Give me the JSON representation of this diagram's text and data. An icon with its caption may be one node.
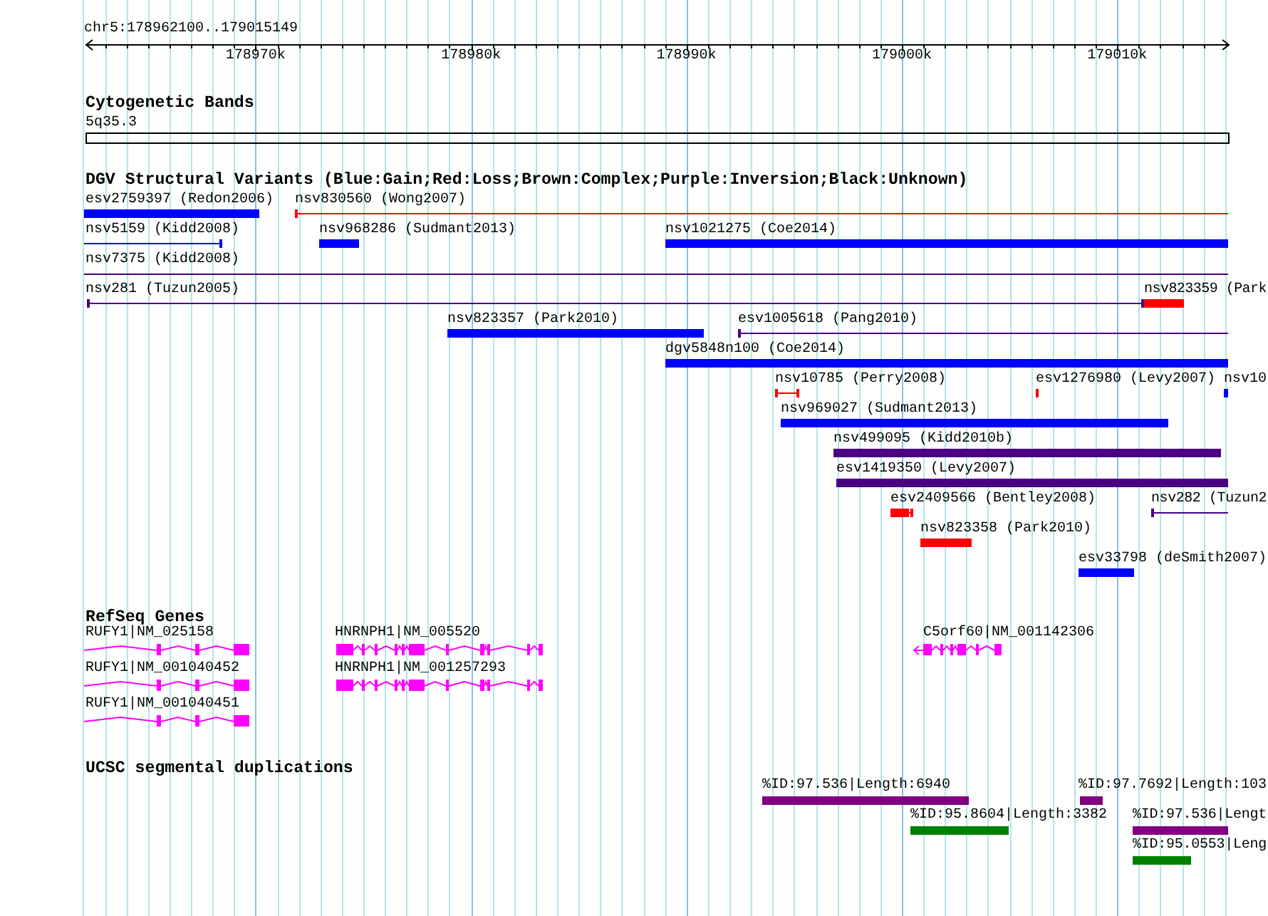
{
  "diagram": {
    "title": "chr5:178962100..179015149",
    "nodes": [
      {
        "text": [
          "5q35.3"
        ]
      },
      {
        "text": [
          "esv2759397 (Redon2006)"
        ]
      },
      {
        "text": [
          "nsv830560 (Wong2007)"
        ]
      },
      {
        "text": [
          "nsv5159 (Kidd2008)"
        ]
      },
      {
        "text": [
          "nsv968286 (Sudmant2013)"
        ]
      },
      {
        "text": [
          "nsv1021275 (Coe2014)"
        ]
      },
      {
        "text": [
          "nsv7375 (Kidd2008)"
        ]
      },
      {
        "text": [
          "nsv281 (Tuzun2005)"
        ]
      },
      {
        "text": [
          "nsv823359 (Park"
        ]
      },
      {
        "text": [
          "nsv823357 (Park2010)"
        ]
      },
      {
        "text": [
          "esv1005618 (Pang2010)"
        ]
      },
      {
        "text": [
          "dgv5848n100 (Coe2014)"
        ]
      },
      {
        "text": [
          "nsv10785 (Perry2008)"
        ]
      },
      {
        "text": [
          "esv1276980 (Levy2007)"
        ]
      },
      {
        "text": [
          "nsv10"
        ]
      },
      {
        "text": [
          "nsv969027 (Sudmant2013)"
        ]
      },
      {
        "text": [
          "nsv499095 (Kidd2010b)"
        ]
      },
      {
        "text": [
          "esv1419350 (Levy2007)"
        ]
      },
      {
        "text": [
          "esv2409566 (Bentley2008)"
        ]
      },
      {
        "text": [
          "nsv282 (Tuzun2"
        ]
      },
      {
        "text": [
          "nsv823358 (Park2010)"
        ]
      },
      {
        "text": [
          "esv33798 (deSmith2007)"
        ]
      },
      {
        "text": [
          "RUFY1|NM_025158"
        ]
      },
      {
        "text": [
          "HNRNPH1|NM_005520"
        ]
      },
      {
        "text": [
          "C5orf60|NM_001142306"
        ]
      },
      {
        "text": [
          "RUFY1|NM_001040452"
        ]
      },
      {
        "text": [
          "HNRNPH1|NM_001257293"
        ]
      },
      {
        "text": [
          "RUFY1|NM_001040451"
        ]
      },
      {
        "text": [
          "%ID:97.536|Length:6940"
        ]
      },
      {
        "text": [
          "%ID:97.7692|Length:103"
        ]
      },
      {
        "text": [
          "%ID:95.8604|Length:3382"
        ]
      },
      {
        "text": [
          "%ID:97.536|Lengt"
        ]
      },
      {
        "text": [
          "%ID:95.0553|Leng"
        ]
      }
    ],
    "labels": [
      "178970k",
      "178980k",
      "178990k",
      "179000k",
      "179010k",
      "Cytogenetic Bands",
      "DGV Structural Variants (Blue:Gain;Red:Loss;Brown:Complex;Purple:Inversion;Black:Unknown)",
      "RefSeq Genes",
      "UCSC segmental duplications"
    ]
  }
}
